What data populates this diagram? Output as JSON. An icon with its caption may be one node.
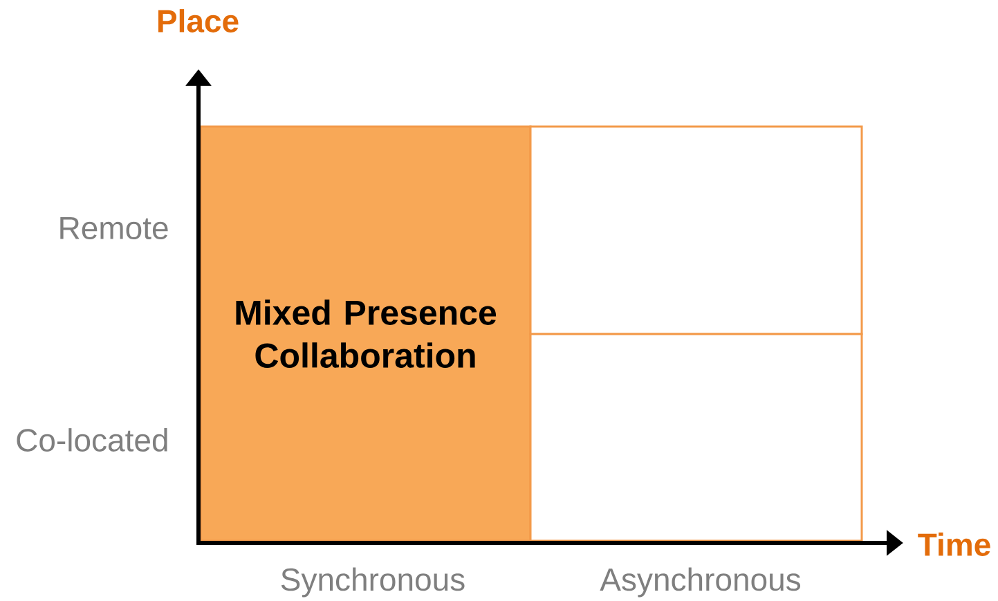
{
  "diagram": {
    "nodes": [
      {
        "text": [
          "Mixed Presence Collaboration"
        ]
      },
      {
        "text": [],
        "shape": "box"
      },
      {
        "text": [],
        "shape": "box"
      }
    ],
    "labels": [
      "Place",
      "Remote",
      "Co-located",
      "Time",
      "Synchronous",
      "Asynchronous"
    ]
  }
}
